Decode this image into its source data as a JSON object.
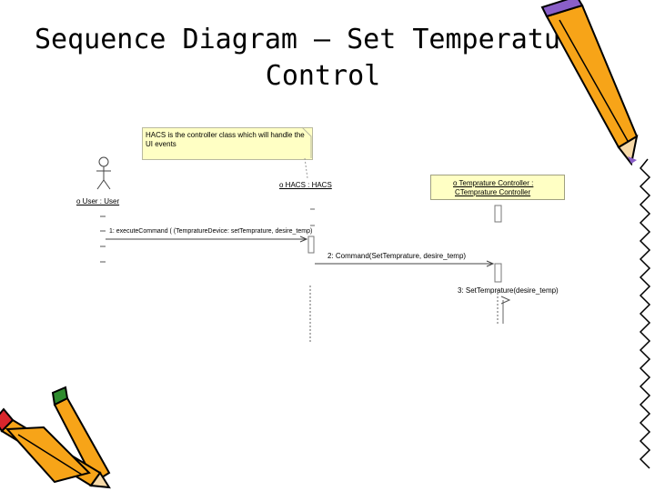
{
  "title": {
    "line1": "Sequence Diagram – Set Temperature",
    "line2": "Control"
  },
  "note": {
    "text": "HACS is the controller class which will handle the UI events"
  },
  "lifelines": {
    "user": "o User : User",
    "hacs": "o HACS : HACS",
    "controller_line1": "o Temprature Controller :",
    "controller_line2": "CTemprature Controller"
  },
  "messages": {
    "m1": "1: executeCommand ( (TempratureDevice: setTemprature, desire_temp)",
    "m2": "2: Command(SetTemprature, desire_temp)",
    "m3": "3: SetTemprature(desire_temp)"
  },
  "colors": {
    "note_fill": "#ffffc4",
    "pencil_orange": "#f7a418",
    "pencil_purple": "#8a5fc8",
    "pencil_green": "#2e8b2e",
    "pencil_red": "#d8262c"
  },
  "decorations": [
    "pencil-icon-top-right",
    "pencils-icon-bottom-left",
    "zigzag-border-right"
  ]
}
